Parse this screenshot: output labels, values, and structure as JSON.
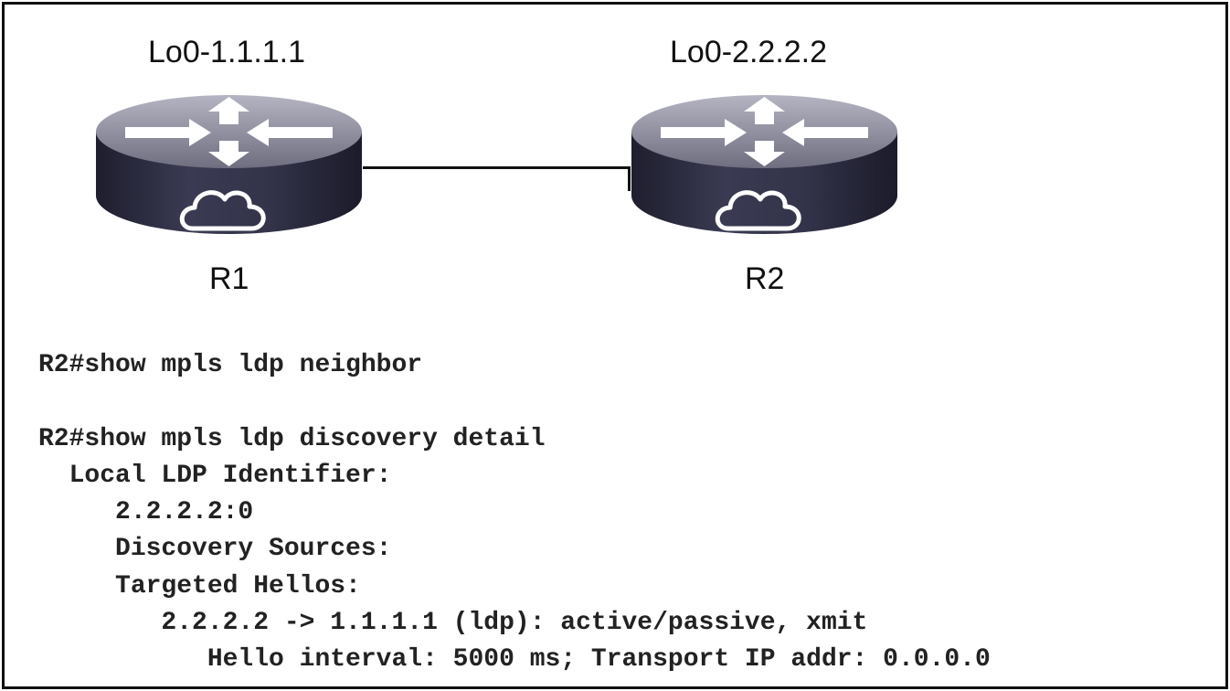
{
  "topology": {
    "r1": {
      "loopback_label": "Lo0-1.1.1.1",
      "name": "R1",
      "icon": "router-icon"
    },
    "r2": {
      "loopback_label": "Lo0-2.2.2.2",
      "name": "R2",
      "icon": "router-icon"
    },
    "colors": {
      "router_top": "#8d8d9c",
      "router_side": "#2b2b3f",
      "arrow": "#ffffff",
      "link": "#111111"
    }
  },
  "cli": {
    "lines": [
      "R2#show mpls ldp neighbor",
      "",
      "R2#show mpls ldp discovery detail",
      "  Local LDP Identifier:",
      "     2.2.2.2:0",
      "     Discovery Sources:",
      "     Targeted Hellos:",
      "        2.2.2.2 -> 1.1.1.1 (ldp): active/passive, xmit",
      "           Hello interval: 5000 ms; Transport IP addr: 0.0.0.0"
    ]
  }
}
